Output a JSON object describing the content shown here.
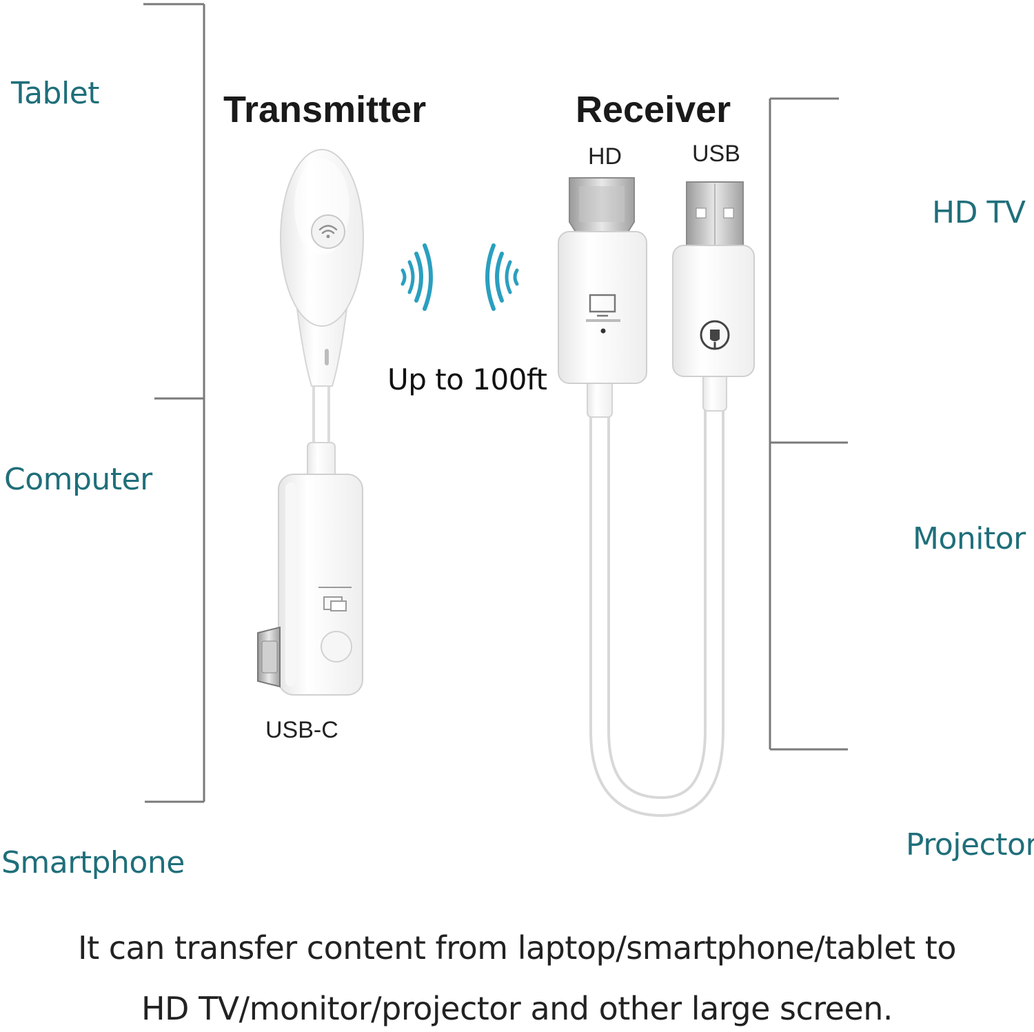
{
  "left_devices": [
    "Tablet",
    "Computer",
    "Smartphone"
  ],
  "right_devices": [
    "HD TV",
    "Monitor",
    "Projector"
  ],
  "transmitter": {
    "title": "Transmitter",
    "port": "USB-C"
  },
  "receiver": {
    "title": "Receiver",
    "port_hd": "HD",
    "port_usb": "USB"
  },
  "range": "Up to 100ft",
  "caption": {
    "line1": "It can transfer content from laptop/smartphone/tablet to",
    "line2": "HD TV/monitor/projector and other large screen."
  },
  "colors": {
    "label_teal": "#1f6f7a",
    "signal_blue": "#2a9fbf",
    "bracket_gray": "#7a7a7a"
  }
}
